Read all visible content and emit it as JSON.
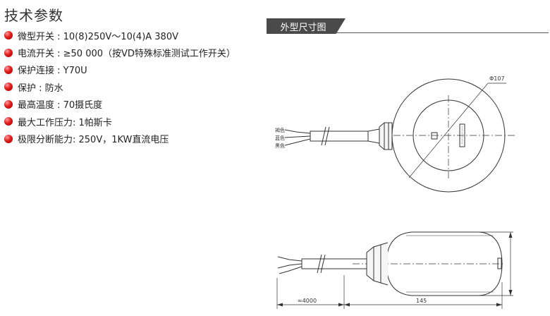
{
  "header": {
    "title": "技术参数"
  },
  "specs": [
    {
      "text": "微型开关 : 10(8)250V～10(4)A 380V"
    },
    {
      "text": "电流开关 : ≥50 000（按VD特殊标准测试工作开关）"
    },
    {
      "text": "保护连接 : Y70U"
    },
    {
      "text": "保护 : 防水"
    },
    {
      "text": "最高温度 : 70摄氏度"
    },
    {
      "text": "最大工作压力: 1帕斯卡"
    },
    {
      "text": "极限分断能力: 250V，1KW直流电压"
    }
  ],
  "diagram": {
    "tab_label": "外型尺寸图",
    "diameter_label": "Φ107",
    "wire_labels": [
      "褐色",
      "蓝色",
      "黑色"
    ],
    "cable_length_label": "≈4000",
    "body_length_label": "145"
  },
  "colors": {
    "bullet": "#e11b1b",
    "tab_bg": "#4a4a4a",
    "line": "#333333"
  }
}
